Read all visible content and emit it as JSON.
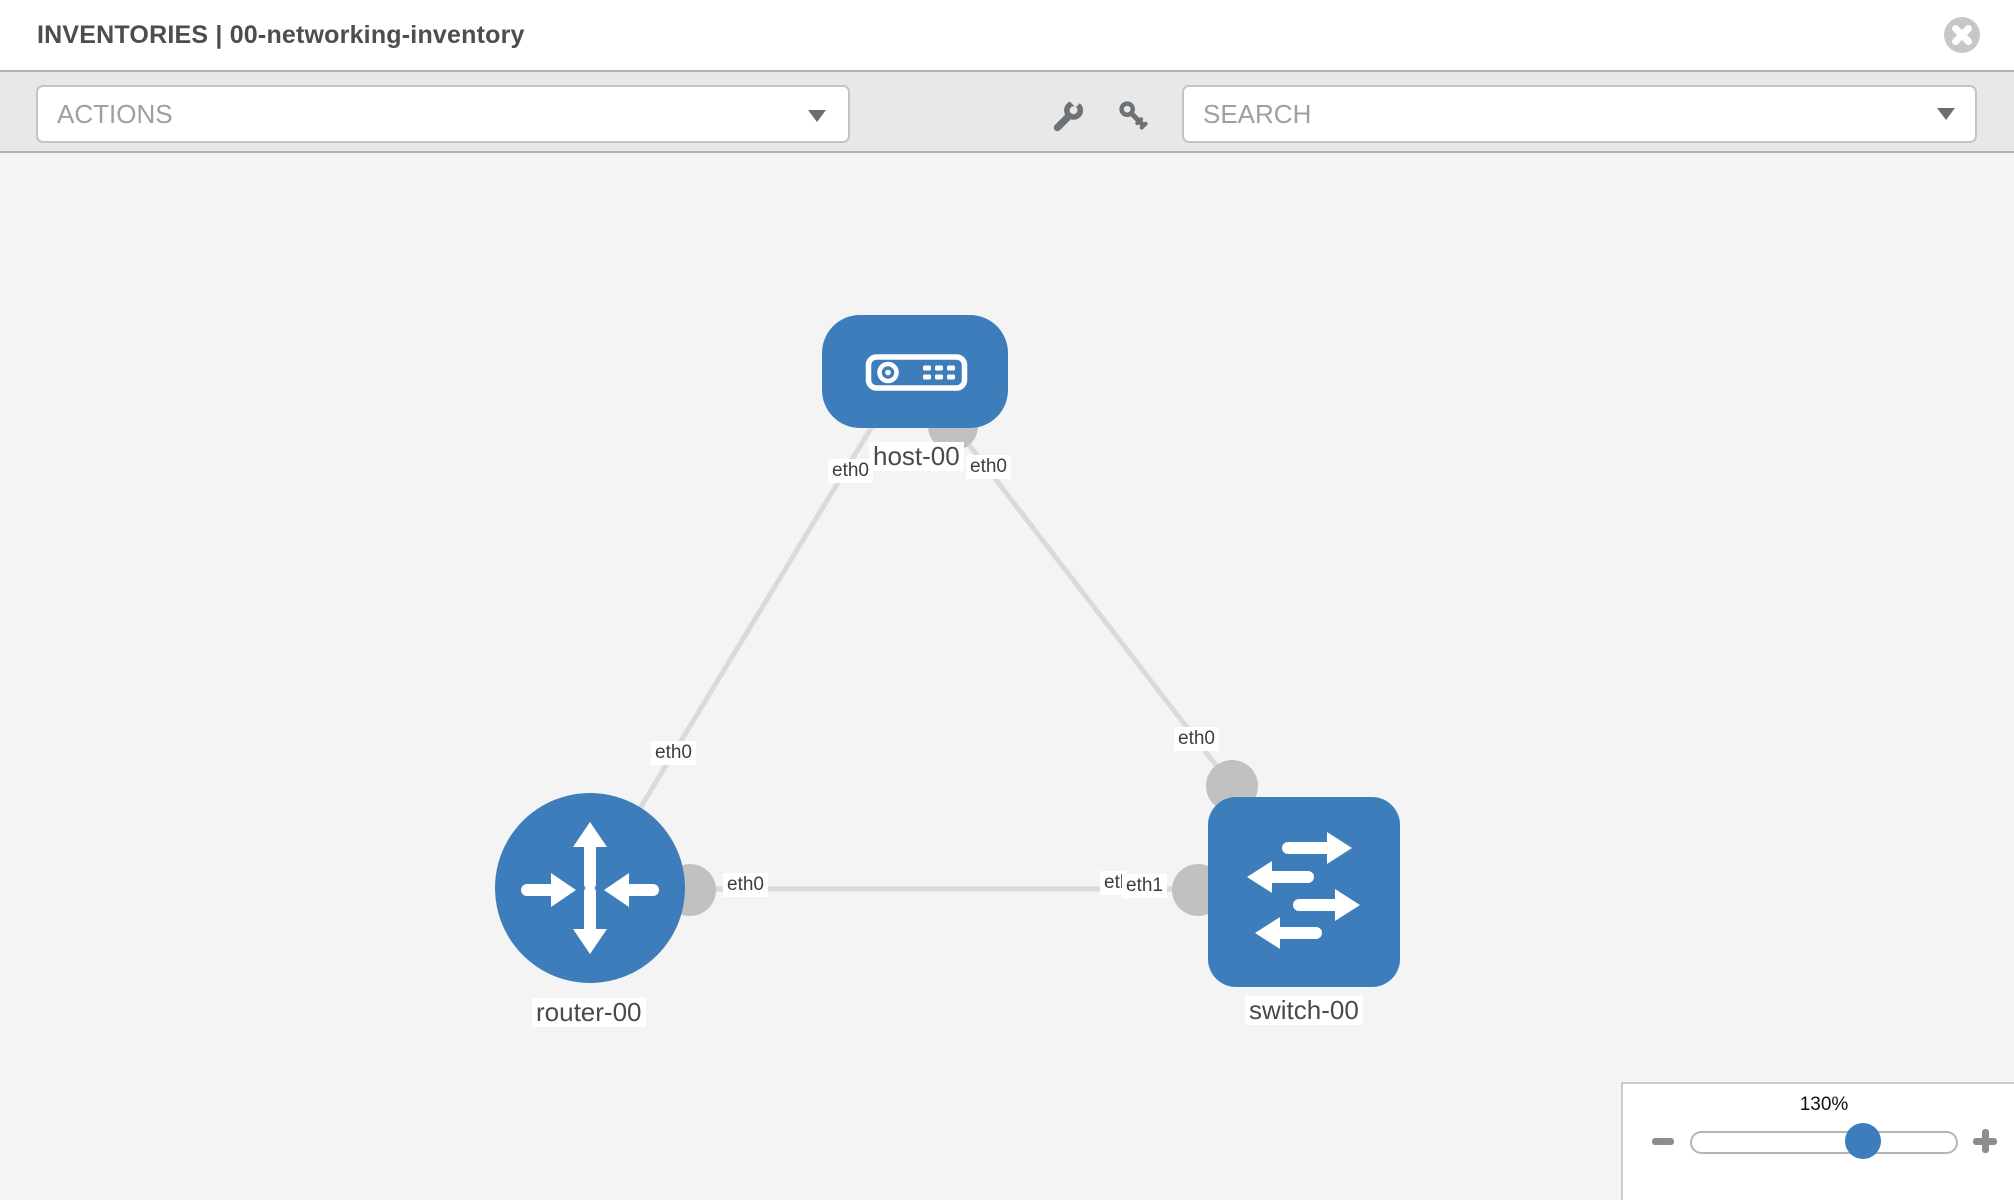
{
  "header": {
    "title": "INVENTORIES | 00-networking-inventory"
  },
  "toolbar": {
    "actions_label": "ACTIONS",
    "search_placeholder": "SEARCH",
    "icons": [
      "wrench-icon",
      "key-icon"
    ]
  },
  "canvas": {
    "nodes": [
      {
        "id": "host-00",
        "type": "host",
        "label": "host-00"
      },
      {
        "id": "router-00",
        "type": "router",
        "label": "router-00"
      },
      {
        "id": "switch-00",
        "type": "switch",
        "label": "switch-00"
      }
    ],
    "links": [
      {
        "source": "host-00",
        "target": "router-00",
        "source_interface": "eth0",
        "target_interface": "eth0"
      },
      {
        "source": "host-00",
        "target": "switch-00",
        "source_interface": "eth0",
        "target_interface": "eth0"
      },
      {
        "source": "router-00",
        "target": "switch-00",
        "source_interface": "eth0",
        "target_interface": "eth1"
      }
    ],
    "overlap_label": "eth1"
  },
  "zoom_control": {
    "value": "130%"
  },
  "colors": {
    "node_blue": "#3d7dbc",
    "link_gray": "#dadada",
    "connector_gray": "#c1c1c1",
    "canvas_bg": "#f4f4f4",
    "toolbar_bg": "#e8e8e8"
  }
}
